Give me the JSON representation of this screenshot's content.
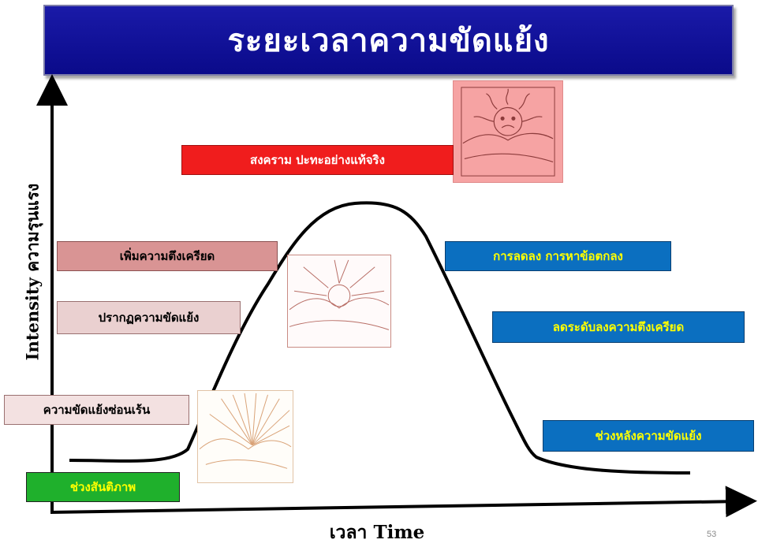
{
  "title": "ระยะเวลาความขัดแย้ง",
  "y_axis_label": "Intensity ความรุนแรง",
  "x_axis_label": "เวลา Time",
  "page_number": "53",
  "stages": {
    "peace": "ช่วงสันติภาพ",
    "latent": "ความขัดแย้งซ่อนเร้น",
    "emergence": "ปรากฏความขัดแย้ง",
    "escalation": "เพิ่มความตึงเครียด",
    "war": "สงคราม ปะทะอย่างแท้จริง",
    "settlement": "การลดลง การหาข้อตกลง",
    "deescalation": "ลดระดับลงความตึงเครียด",
    "post_conflict": "ช่วงหลังความขัดแย้ง"
  },
  "colors": {
    "banner": "#10109a",
    "peace": "#1fb02c",
    "war": "#f01d1d",
    "escalation": "#d99494",
    "emergence": "#ead0d0",
    "latent": "#f3e1e1",
    "blue_box": "#0b6fc0",
    "yellow_text": "#ffff00"
  }
}
